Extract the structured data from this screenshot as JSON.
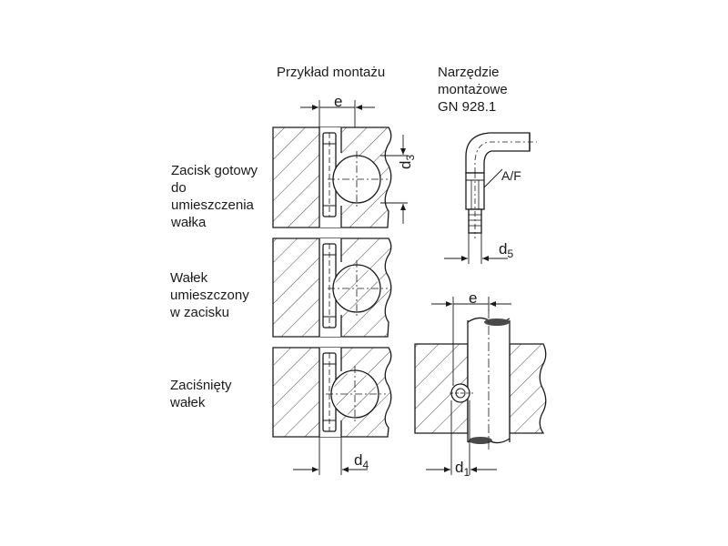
{
  "titles": {
    "mounting_example": "Przykład montażu",
    "tool_line1": "Narzędzie",
    "tool_line2": "montażowe",
    "tool_line3": "GN 928.1"
  },
  "steps": [
    {
      "line1": "Zacisk gotowy",
      "line2": "do",
      "line3": "umieszczenia",
      "line4": "wałka"
    },
    {
      "line1": "Wałek",
      "line2": "umieszczony",
      "line3": "w zacisku"
    },
    {
      "line1": "Zaciśnięty",
      "line2": "wałek"
    }
  ],
  "dimensions": {
    "e_top": "e",
    "e_right": "e",
    "d3_main": "d",
    "d3_sub": "3",
    "d4_main": "d",
    "d4_sub": "4",
    "d5_main": "d",
    "d5_sub": "5",
    "d1_main": "d",
    "d1_sub": "1",
    "af": "A/F"
  },
  "colors": {
    "line": "#1a1a1a",
    "hatch": "#4a4a4a",
    "fill": "#ffffff"
  }
}
